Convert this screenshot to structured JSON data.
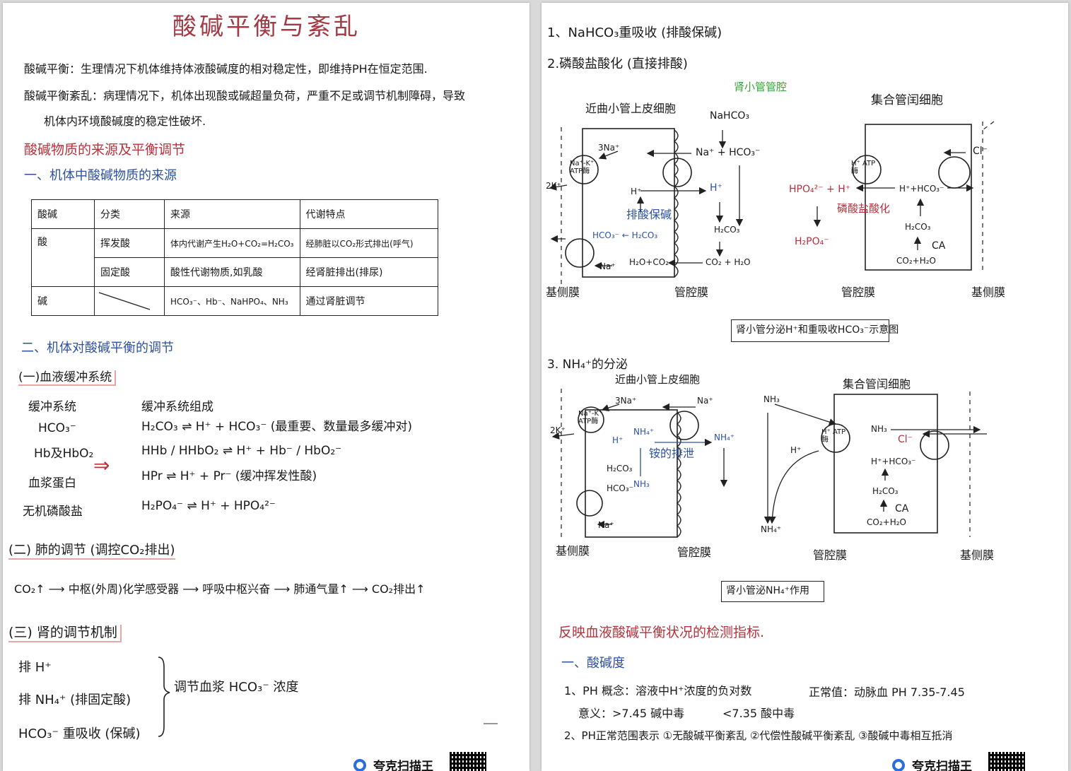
{
  "left_page": {
    "title": "酸碱平衡与紊乱",
    "def1": "酸碱平衡：生理情况下机体维持体液酸碱度的相对稳定性，即维持PH在恒定范围.",
    "def2a": "酸碱平衡紊乱：病理情况下，机体出现酸或碱超量负荷，严重不足或调节机制障碍，导致",
    "def2b": "机体内环境酸碱度的稳定性破坏.",
    "sec_red": "酸碱物质的来源及平衡调节",
    "sec1": "一、机体中酸碱物质的来源",
    "table": {
      "headers": [
        "酸碱",
        "分类",
        "来源",
        "代谢特点"
      ],
      "rows": [
        [
          "酸",
          "挥发酸",
          "体内代谢产生H₂O+CO₂=H₂CO₃",
          "经肺脏以CO₂形式排出(呼气)"
        ],
        [
          "",
          "固定酸",
          "酸性代谢物质,如乳酸",
          "经肾脏排出(排尿)"
        ],
        [
          "碱",
          "",
          "HCO₃⁻、Hb⁻、NaHPO₄、NH₃",
          "通过肾脏调节"
        ]
      ]
    },
    "sec2": "二、机体对酸碱平衡的调节",
    "sub1": "(一)血液缓冲系统",
    "buffer_head": "缓冲系统",
    "buffer_comp_head": "缓冲系统组成",
    "buffers": [
      "HCO₃⁻",
      "Hb及HbO₂",
      "血浆蛋白",
      "无机磷酸盐"
    ],
    "eqs": [
      "H₂CO₃ ⇌ H⁺ + HCO₃⁻ (最重要、数量最多缓冲对)",
      "HHb / HHbO₂ ⇌ H⁺ + Hb⁻ / HbO₂⁻",
      "HPr ⇌ H⁺ + Pr⁻ (缓冲挥发性酸)",
      "H₂PO₄⁻ ⇌ H⁺ + HPO₄²⁻"
    ],
    "arrow": "⇒",
    "sub2": "(二) 肺的调节 (调控CO₂排出)",
    "lung_chain": "CO₂↑ ⟶ 中枢(外周)化学感受器 ⟶ 呼吸中枢兴奋 ⟶ 肺通气量↑ ⟶ CO₂排出↑",
    "sub3": "(三) 肾的调节机制",
    "kidney_items": [
      "排 H⁺",
      "排 NH₄⁺ (排固定酸)",
      "HCO₃⁻ 重吸收 (保碱)"
    ],
    "kidney_result": "调节血浆 HCO₃⁻ 浓度",
    "brand": "夸克扫描王"
  },
  "right_page": {
    "l1": "1、NaHCO₃重吸收 (排酸保碱)",
    "l2": "2.磷酸盐酸化 (直接排酸)",
    "green_note": "肾小管管腔",
    "d1": {
      "cell_title": "近曲小管上皮细胞",
      "nahco3": "NaHCO₃",
      "na3": "3Na⁺",
      "pump": "Na⁺-K⁺ ATP酶",
      "k2": "2K⁺",
      "na_hco3": "Na⁺ + HCO₃⁻",
      "h_in": "H⁺",
      "h_out": "H⁺",
      "label_blue": "排酸保碱",
      "hco3_flow": "HCO₃⁻ ← H₂CO₃",
      "h2o_co2": "H₂O+CO₂",
      "h2co3": "H₂CO₃",
      "co2_h2o": "CO₂ + H₂O",
      "na": "Na⁺",
      "basal": "基侧膜",
      "lumen": "管腔膜"
    },
    "d2": {
      "cell_title": "集合管闰细胞",
      "pump": "H⁺ ATP酶",
      "hpo4": "HPO₄²⁻ + H⁺",
      "h2po4": "H₂PO₄⁻",
      "label_red": "磷酸盐酸化",
      "h_hco3": "H⁺+HCO₃⁻",
      "h2co3": "H₂CO₃",
      "ca": "CA",
      "co2h2o": "CO₂+H₂O",
      "cl": "Cl⁻",
      "lumen": "管腔膜",
      "basal": "基侧膜"
    },
    "caption1": "肾小管分泌H⁺和重吸收HCO₃⁻示意图",
    "l3": "3. NH₄⁺的分泌",
    "d3": {
      "cell_title": "近曲小管上皮细胞",
      "na3": "3Na⁺",
      "na": "Na⁺",
      "pump": "Na⁺-K⁺ ATP酶",
      "k2": "2K⁺",
      "h": "H⁺",
      "nh4": "NH₄⁺",
      "nh4_out": "NH₄⁺",
      "label_blue": "铵的排泄",
      "h2co3": "H₂CO₃",
      "hco3": "HCO₃⁻",
      "nh3": "NH₃",
      "na2": "Na⁺",
      "basal": "基侧膜",
      "lumen": "管腔膜"
    },
    "d4": {
      "cell_title": "集合管闰细胞",
      "nh3a": "NH₃",
      "nh3b": "NH₃",
      "pump": "H⁺ ATP酶",
      "h": "H⁺",
      "cl": "Cl⁻",
      "h_hco3": "H⁺+HCO₃⁻",
      "h2co3": "H₂CO₃",
      "ca": "CA",
      "co2h2o": "CO₂+H₂O",
      "nh4": "NH₄⁺",
      "lumen": "管腔膜",
      "basal": "基侧膜"
    },
    "caption2": "肾小管泌NH₄⁺作用",
    "sec_red": "反映血液酸碱平衡状况的检测指标.",
    "sub1": "一、酸碱度",
    "p1a": "1、PH 概念：溶液中H⁺浓度的负对数",
    "p1b": "正常值：动脉血 PH 7.35-7.45",
    "p1c": "意义：>7.45 碱中毒",
    "p1d": "<7.35 酸中毒",
    "p2": "2、PH正常范围表示 ①无酸碱平衡紊乱 ②代偿性酸碱平衡紊乱 ③酸碱中毒相互抵消",
    "brand": "夸克扫描王"
  }
}
